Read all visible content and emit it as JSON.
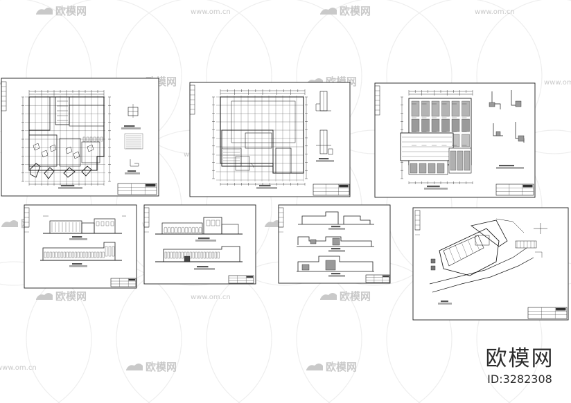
{
  "watermark": {
    "logo_text": "欧模网",
    "site_text": "www.om.cn",
    "mark_color": "#c9c9c9",
    "ring_color": "#eeeeee"
  },
  "brand": {
    "name": "欧模网",
    "id_label": "ID:3282308"
  },
  "sheets": [
    {
      "name": "sheet-first-floor-plan",
      "kind": "plan-first-floor"
    },
    {
      "name": "sheet-second-floor-plan",
      "kind": "plan-second-floor"
    },
    {
      "name": "sheet-roof-plan",
      "kind": "plan-roof"
    },
    {
      "name": "sheet-elevations-a",
      "kind": "elevations-a"
    },
    {
      "name": "sheet-elevations-b",
      "kind": "elevations-b"
    },
    {
      "name": "sheet-sections",
      "kind": "sections"
    },
    {
      "name": "sheet-site-plan",
      "kind": "site-plan"
    }
  ],
  "colors": {
    "line": "#1a1a1a",
    "hatch": "#9a9a9a",
    "paper": "#ffffff"
  }
}
